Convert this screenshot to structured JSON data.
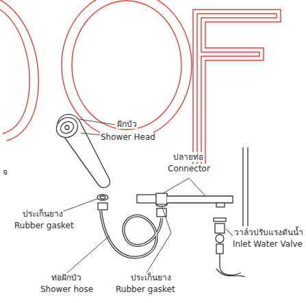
{
  "diagram": {
    "labels": [
      "ฝักบัว",
      "Shower Head",
      "ปลายท่อ",
      "Connector",
      "จ",
      "ประเก็นยาง",
      "Rubber gasket",
      "วาล์วปรับแรงดันน้ำ",
      "Inlet Water Valve",
      "ท่อฝักบัว",
      "Shower hose",
      "ประเก็นยาง",
      "Rubber gasket"
    ]
  }
}
